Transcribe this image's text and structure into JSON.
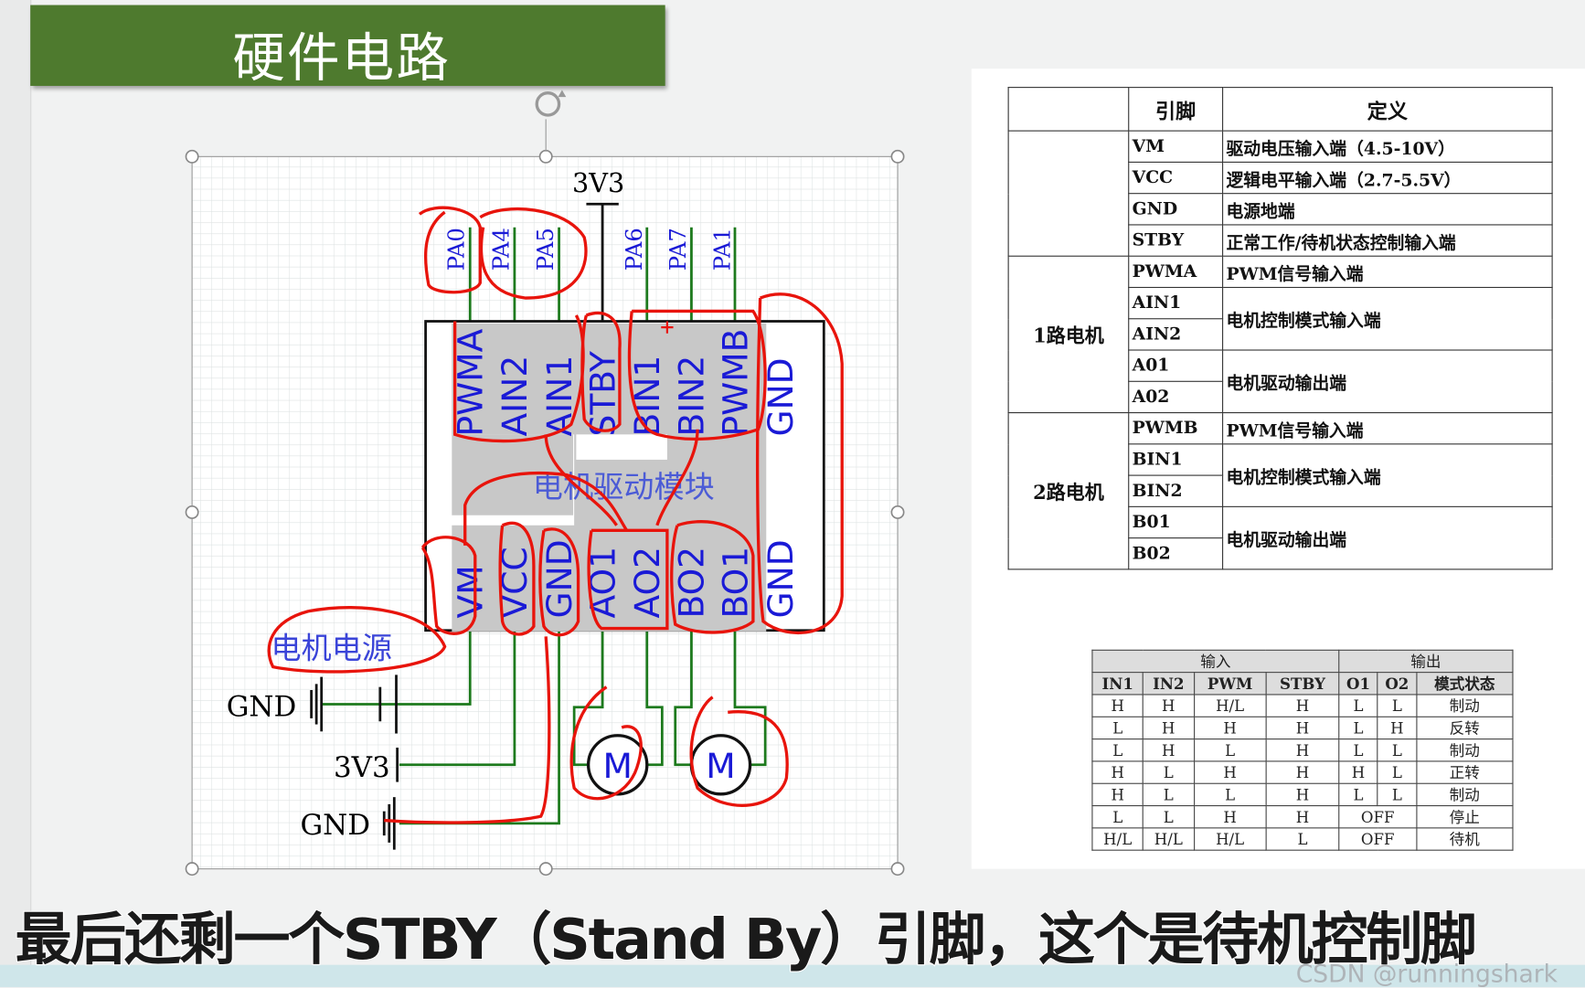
{
  "title": "硬件电路",
  "schematic": {
    "supply_top": "3V3",
    "top_pin_labels": [
      "PA0",
      "PA4",
      "PA5",
      "PA6",
      "PA7",
      "PA1"
    ],
    "chip_top_pins": [
      "PWMA",
      "AIN2",
      "AIN1",
      "STBY",
      "BIN1",
      "BIN2",
      "PWMB",
      "GND"
    ],
    "chip_bottom_pins": [
      "VM",
      "VCC",
      "GND",
      "AO1",
      "AO2",
      "BO2",
      "BO1",
      "GND"
    ],
    "module_label": "电机驱动模块",
    "motor_power_label": "电机电源",
    "gnd1": "GND",
    "v3": "3V3",
    "gnd2": "GND",
    "motor1": "M",
    "motor2": "M"
  },
  "pin_table": {
    "headers": [
      "",
      "引脚",
      "定义"
    ],
    "groups": [
      {
        "name": "",
        "rows": [
          [
            "VM",
            "驱动电压输入端（4.5-10V）"
          ],
          [
            "VCC",
            "逻辑电平输入端（2.7-5.5V）"
          ],
          [
            "GND",
            "电源地端"
          ],
          [
            "STBY",
            "正常工作/待机状态控制输入端"
          ]
        ]
      },
      {
        "name": "1路电机",
        "rows": [
          [
            "PWMA",
            "PWM信号输入端"
          ],
          [
            "AIN1",
            "电机控制模式输入端"
          ],
          [
            "AIN2",
            ""
          ],
          [
            "A01",
            "电机驱动输出端"
          ],
          [
            "A02",
            ""
          ]
        ]
      },
      {
        "name": "2路电机",
        "rows": [
          [
            "PWMB",
            "PWM信号输入端"
          ],
          [
            "BIN1",
            "电机控制模式输入端"
          ],
          [
            "BIN2",
            ""
          ],
          [
            "B01",
            "电机驱动输出端"
          ],
          [
            "B02",
            ""
          ]
        ]
      }
    ]
  },
  "truth_table": {
    "group_headers": [
      "输入",
      "输出"
    ],
    "headers": [
      "IN1",
      "IN2",
      "PWM",
      "STBY",
      "O1",
      "O2",
      "模式状态"
    ],
    "rows": [
      [
        "H",
        "H",
        "H/L",
        "H",
        "L",
        "L",
        "制动"
      ],
      [
        "L",
        "H",
        "H",
        "H",
        "L",
        "H",
        "反转"
      ],
      [
        "L",
        "H",
        "L",
        "H",
        "L",
        "L",
        "制动"
      ],
      [
        "H",
        "L",
        "H",
        "H",
        "H",
        "L",
        "正转"
      ],
      [
        "H",
        "L",
        "L",
        "H",
        "L",
        "L",
        "制动"
      ],
      [
        "L",
        "L",
        "H",
        "H",
        "OFF",
        "",
        "停止"
      ],
      [
        "H/L",
        "H/L",
        "H/L",
        "L",
        "OFF",
        "",
        "待机"
      ]
    ]
  },
  "subtitle": "最后还剩一个STBY（Stand By）引脚，这个是待机控制脚",
  "watermark": "CSDN @runningshark",
  "colors": {
    "title_bg": "#4e7a2e",
    "annotation": "#e8140c",
    "wire": "#1d7a1d",
    "pin_text": "#1a1ad6"
  }
}
